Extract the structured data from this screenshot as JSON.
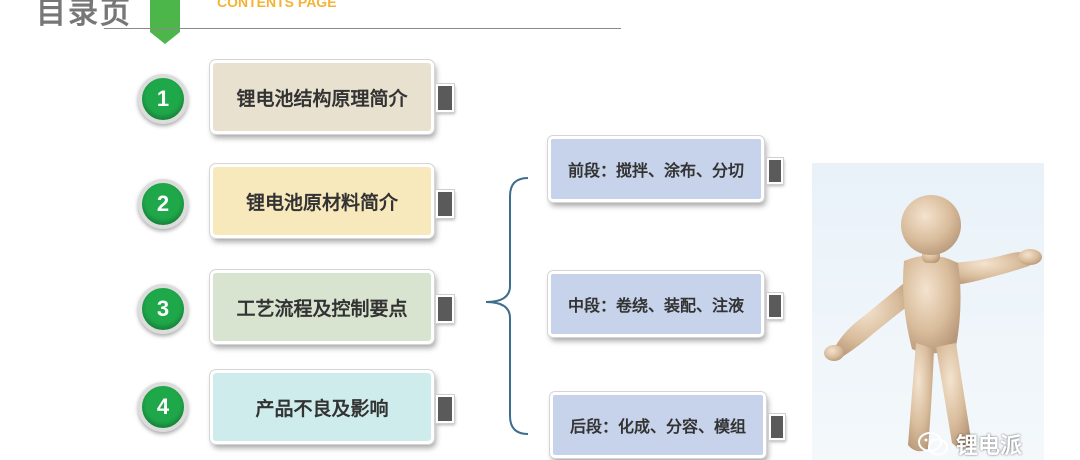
{
  "header": {
    "title": "目录页",
    "subtitle": "CONTENTS PAGE"
  },
  "colors": {
    "accent_green": "#4cb64a",
    "number_green": "#1fa84a",
    "subtitle_orange": "#f5b335",
    "sub_box_blue": "#c7d3ea"
  },
  "items": [
    {
      "number": "1",
      "label": "锂电池结构原理简介",
      "color": "#e8e1cf"
    },
    {
      "number": "2",
      "label": "锂电池原材料简介",
      "color": "#f8e9bc"
    },
    {
      "number": "3",
      "label": "工艺流程及控制要点",
      "color": "#d8e4cf"
    },
    {
      "number": "4",
      "label": "产品不良及影响",
      "color": "#cdeceb"
    }
  ],
  "process_stages": [
    {
      "label": "前段：搅拌、涂布、分切"
    },
    {
      "label": "中段：卷绕、装配、注液"
    },
    {
      "label": "后段：化成、分容、模组"
    }
  ],
  "watermark": {
    "icon": "wechat-icon",
    "text": "锂电派"
  }
}
